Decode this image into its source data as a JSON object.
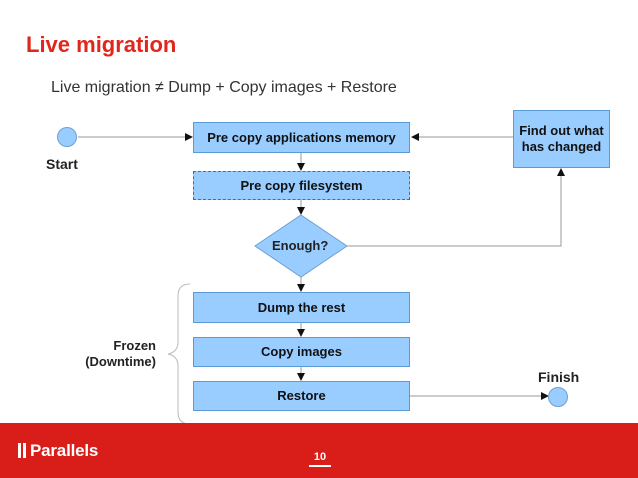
{
  "title": "Live migration",
  "subtitle": "Live migration ≠ Dump + Copy images + Restore",
  "nodes": {
    "start": "Start",
    "finish": "Finish",
    "pre_copy_memory": "Pre copy applications memory",
    "pre_copy_fs": "Pre copy filesystem",
    "enough": "Enough?",
    "find_out": "Find out what has changed",
    "dump": "Dump the rest",
    "copy_images": "Copy images",
    "restore": "Restore"
  },
  "frozen_label": "Frozen (Downtime)",
  "footer": {
    "logo": "Parallels",
    "page_number": "10"
  },
  "colors": {
    "title": "#e1261c",
    "box_fill": "#99ccff",
    "footer": "#d91e1a"
  }
}
